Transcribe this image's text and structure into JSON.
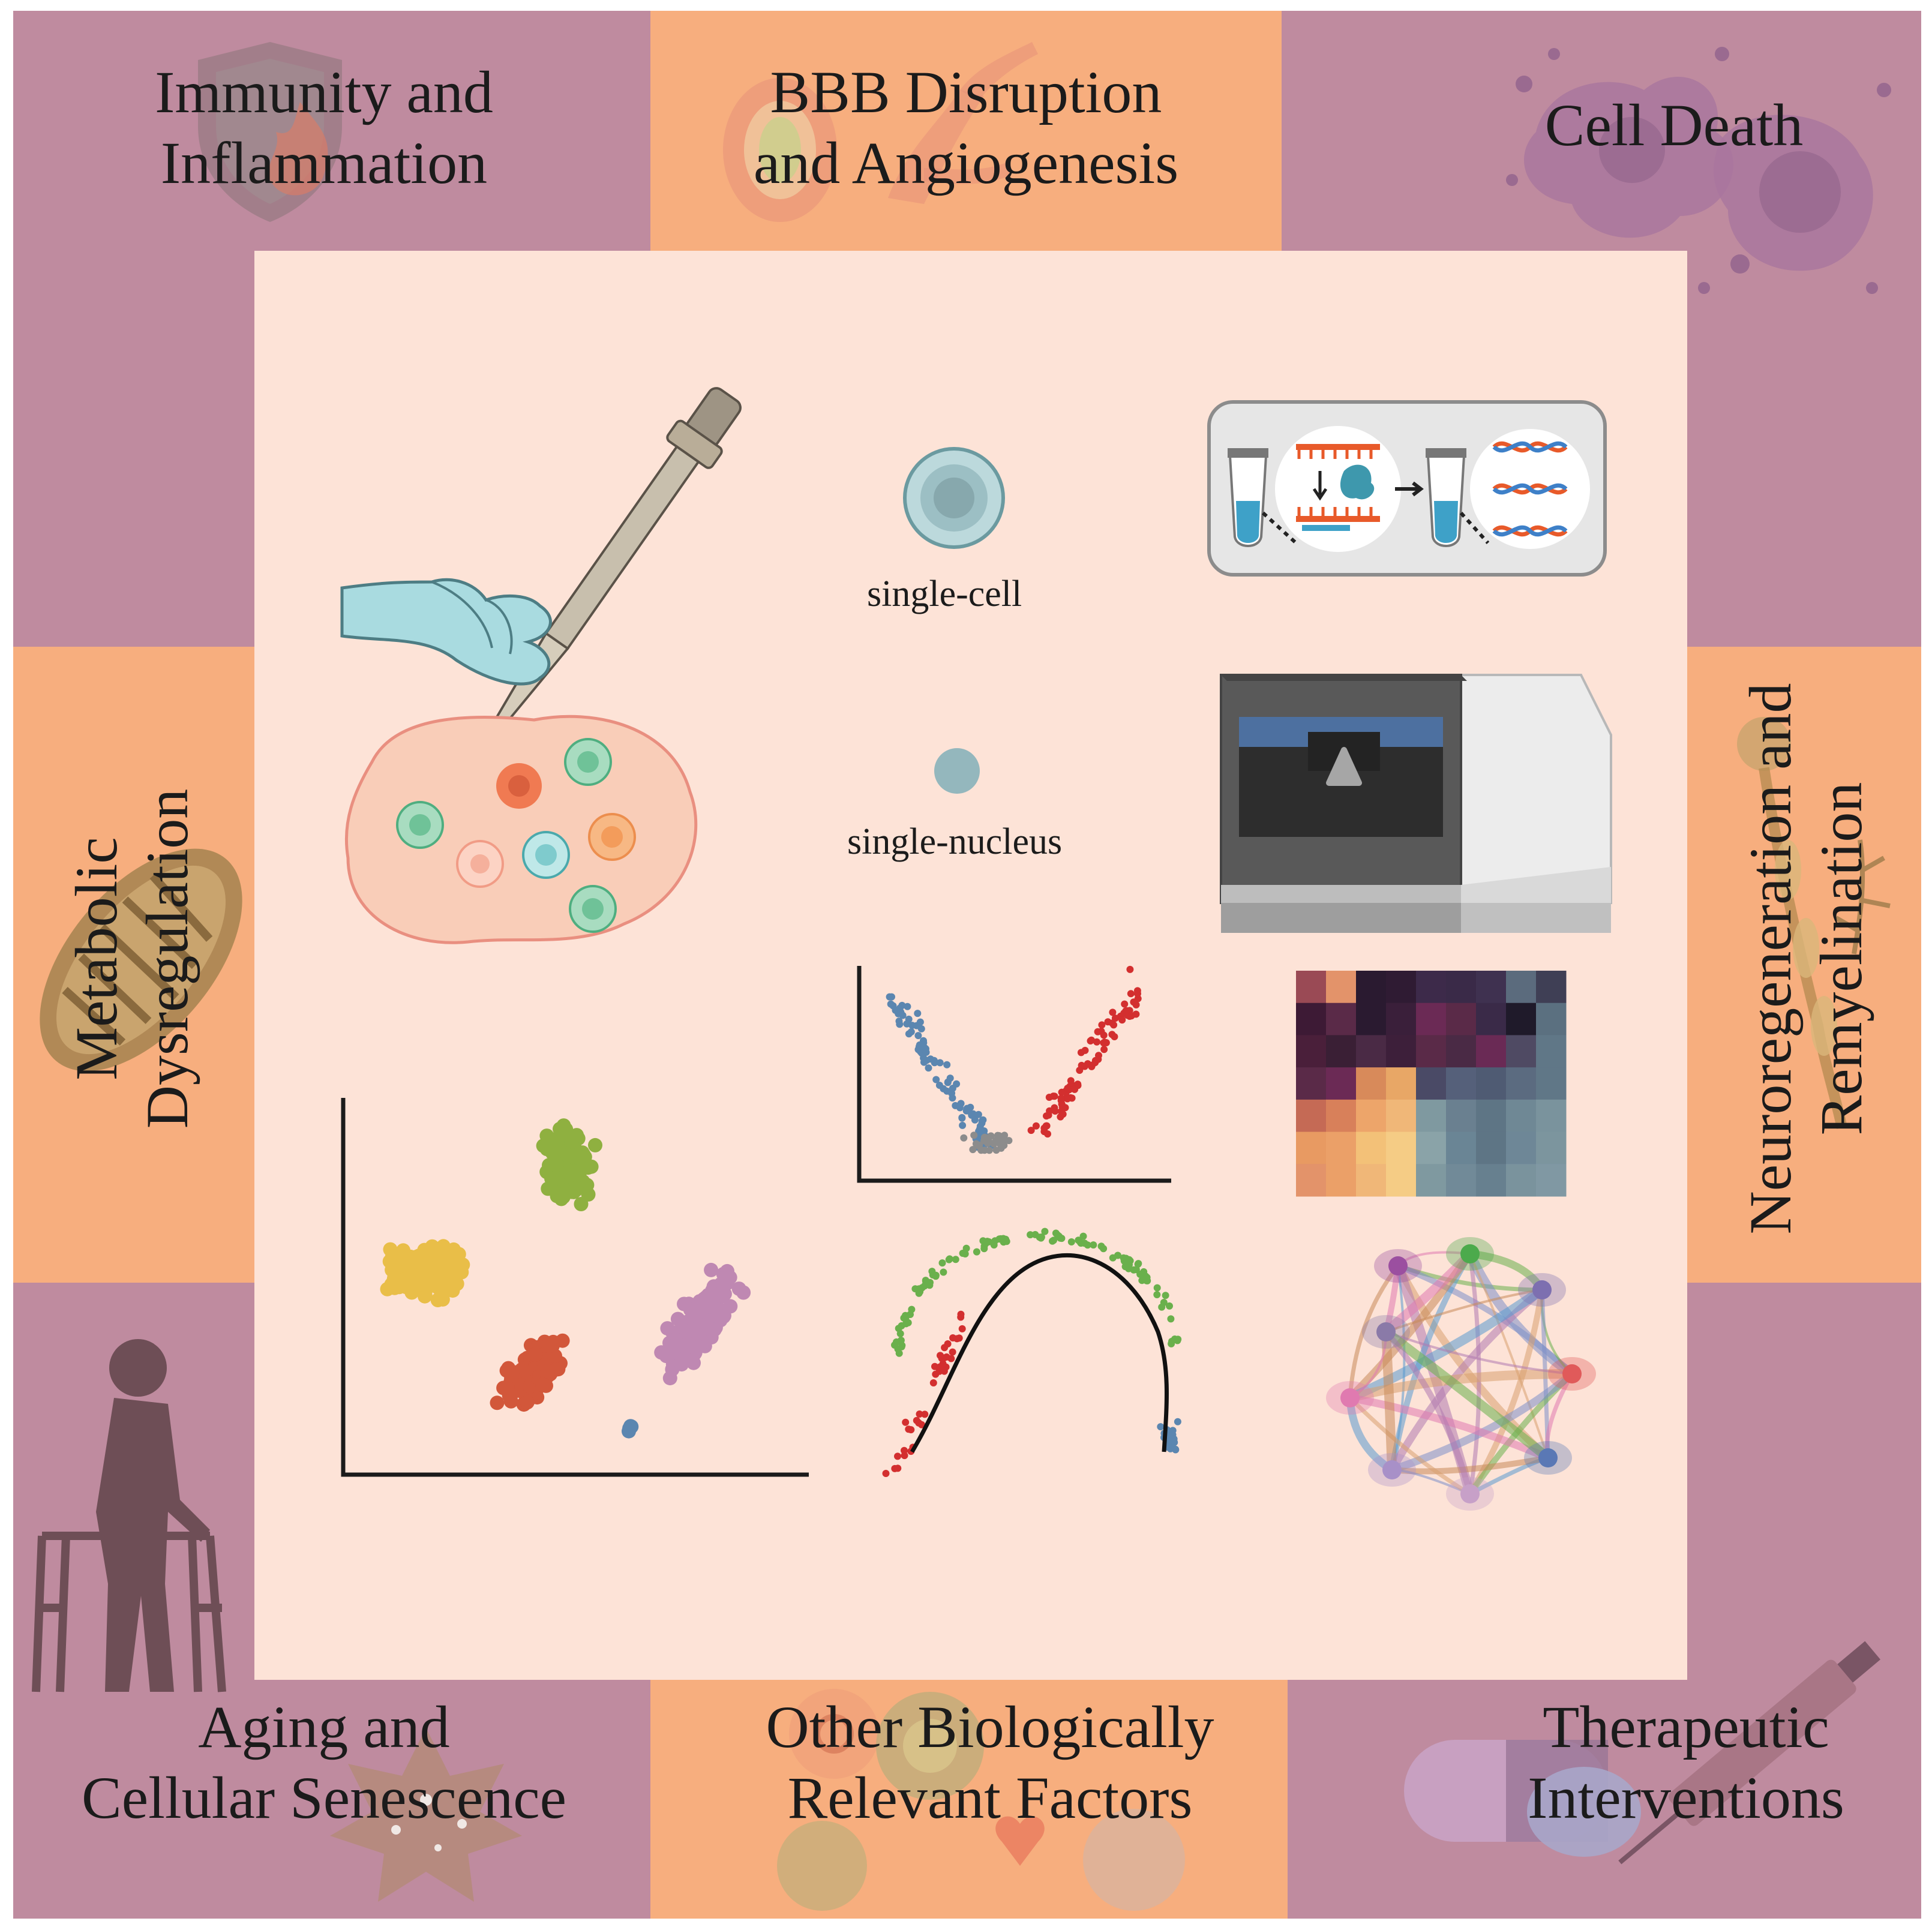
{
  "colors": {
    "mauve_panel": "#bf8b9f",
    "peach_panel": "#f7ae7e",
    "center_bg": "#fde3d7",
    "outer_bg": "#ffffff"
  },
  "topics": {
    "top_left": {
      "line1": "Immunity and",
      "line2": "Inflammation",
      "icon": "shield-flame-icon"
    },
    "top_center": {
      "line1": "BBB Disruption",
      "line2": "and Angiogenesis",
      "icon": "blood-vessel-icon"
    },
    "top_right": {
      "line1": "Cell Death",
      "icon": "dying-cell-icon"
    },
    "left_center": {
      "line1": "Metabolic",
      "line2": "Dysregulation",
      "icon": "mitochondrion-icon"
    },
    "right_center": {
      "line1": "Neuroregeneration and",
      "line2": "Remyelination",
      "icon": "neuron-icon"
    },
    "bottom_left": {
      "line1": "Aging and",
      "line2": "Cellular Senescence",
      "icon": "elderly-walker-icon"
    },
    "bottom_center": {
      "line1": "Other Biologically",
      "line2": "Relevant Factors",
      "icon": "factors-icons"
    },
    "bottom_right": {
      "line1": "Therapeutic",
      "line2": "Interventions",
      "icon": "syringe-pill-icon"
    }
  },
  "center": {
    "single_cell_label": "single-cell",
    "single_nucleus_label": "single-nucleus",
    "icons": [
      "pipette-hand-icon",
      "tissue-cells-icon",
      "single-cell-icon",
      "single-nucleus-icon",
      "library-prep-icon",
      "sequencer-icon",
      "volcano-plot-icon",
      "heatmap-icon",
      "umap-clusters-icon",
      "trajectory-plot-icon",
      "cell-communication-network-icon"
    ]
  },
  "heatmap": {
    "rows": 7,
    "cols": 9
  }
}
